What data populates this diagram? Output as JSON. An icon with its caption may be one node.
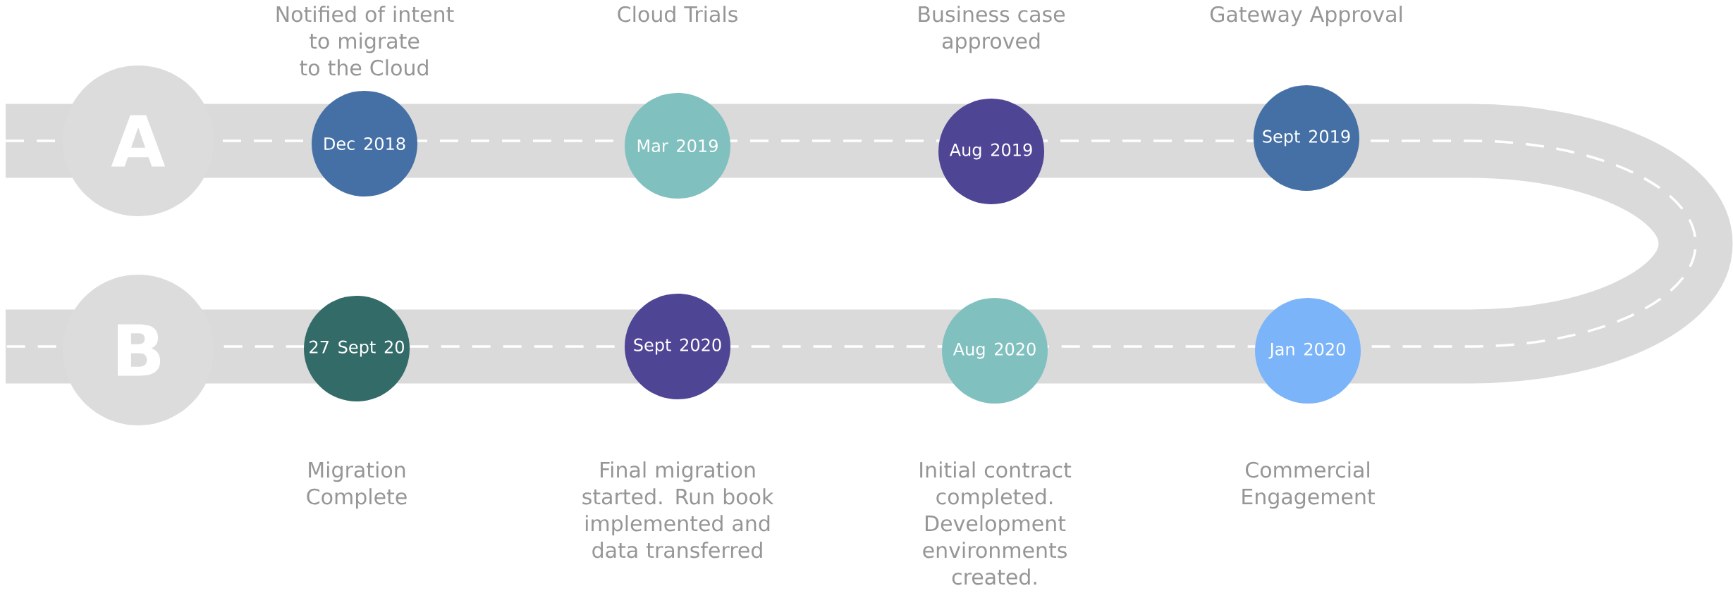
{
  "diagram": {
    "nodes": [
      {
        "text": [
          "A"
        ]
      },
      {
        "text": [
          "B"
        ]
      },
      {
        "text": [
          "Dec 2018"
        ],
        "beside": [
          "Notified of intent to migrate to the Cloud"
        ]
      },
      {
        "text": [
          "Mar 2019"
        ],
        "beside": [
          "Cloud Trials"
        ]
      },
      {
        "text": [
          "Aug 2019"
        ],
        "beside": [
          "Business case approved"
        ]
      },
      {
        "text": [
          "Sept 2019"
        ],
        "beside": [
          "Gateway Approval"
        ]
      },
      {
        "text": [
          "27 Sept 20"
        ],
        "beside": [
          "Migration Complete"
        ]
      },
      {
        "text": [
          "Sept 2020"
        ],
        "beside": [
          "Final migration started. Run book implemented and data transferred"
        ]
      },
      {
        "text": [
          "Aug 2020"
        ],
        "beside": [
          "Initial contract completed. Development environments created."
        ]
      },
      {
        "text": [
          "Jan 2020"
        ],
        "beside": [
          "Commercial Engagement"
        ]
      }
    ],
    "edges": []
  }
}
